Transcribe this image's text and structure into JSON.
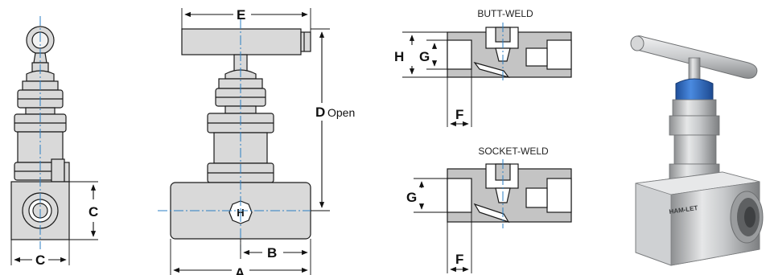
{
  "dimensions": {
    "A": "A",
    "B": "B",
    "C_side": "C",
    "C_bottom": "C",
    "D": "D",
    "D_suffix": "Open",
    "E": "E",
    "H": "H",
    "G_butt": "G",
    "F_butt": "F",
    "G_socket": "G",
    "F_socket": "F"
  },
  "sections": {
    "butt_weld_title": "BUTT-WELD",
    "socket_weld_title": "SOCKET-WELD"
  },
  "logo": {
    "letter": "H"
  },
  "photo": {
    "brand": "HAM-LET"
  },
  "colors": {
    "body_fill": "#d9d9d9",
    "section_fill": "#bfbfbf",
    "centerline": "#2b7fc4",
    "collar": "#2f6fc2"
  }
}
